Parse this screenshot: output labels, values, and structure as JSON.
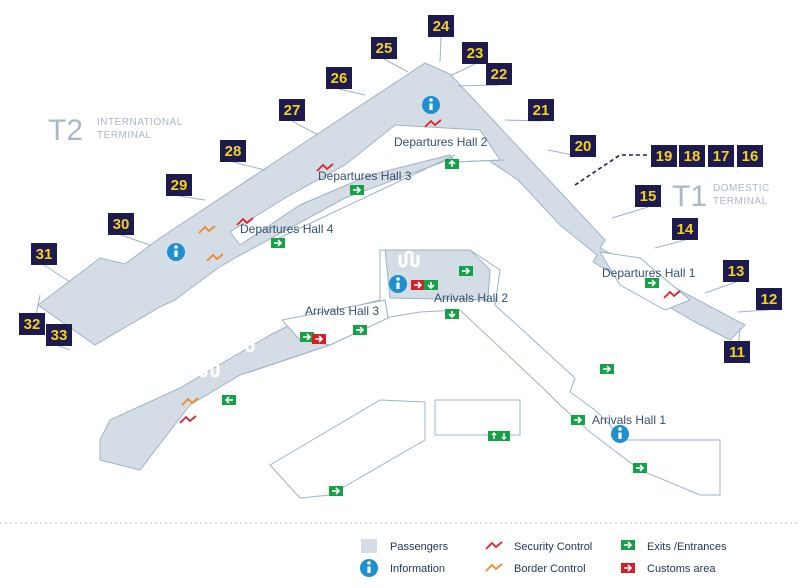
{
  "colors": {
    "passenger_area": "#d4dde5",
    "gate_badge": "#1d1a50",
    "gate_text": "#f5d01c",
    "info": "#1f8fd0",
    "security": "#e0262c",
    "border": "#f08a2a",
    "exit": "#16a048",
    "customs": "#d41f2a",
    "outline": "#9fb3c6"
  },
  "terminals": {
    "t2": {
      "code": "T2",
      "line1": "INTERNATIONAL",
      "line2": "TERMINAL"
    },
    "t1": {
      "code": "T1",
      "line1": "DOMESTIC",
      "line2": "TERMINAL"
    }
  },
  "halls": {
    "dep1": "Departures Hall 1",
    "dep2": "Departures Hall 2",
    "dep3": "Departures Hall 3",
    "dep4": "Departures Hall 4",
    "arr1": "Arrivals Hall 1",
    "arr2": "Arrivals Hall 2",
    "arr3": "Arrivals Hall 3"
  },
  "gates": {
    "g11": "11",
    "g12": "12",
    "g13": "13",
    "g14": "14",
    "g15": "15",
    "g16": "16",
    "g17": "17",
    "g18": "18",
    "g19": "19",
    "g20": "20",
    "g21": "21",
    "g22": "22",
    "g23": "23",
    "g24": "24",
    "g25": "25",
    "g26": "26",
    "g27": "27",
    "g28": "28",
    "g29": "29",
    "g30": "30",
    "g31": "31",
    "g32": "32",
    "g33": "33"
  },
  "legend": {
    "passengers": "Passengers",
    "information": "Information",
    "security": "Security Control",
    "border": "Border Control",
    "exits": "Exits /Entrances",
    "customs": "Customs area"
  },
  "icons": {
    "info": "information-icon",
    "exit": "exit-arrow-icon",
    "customs": "customs-arrow-icon",
    "security": "security-control-mark",
    "border": "border-control-mark"
  }
}
